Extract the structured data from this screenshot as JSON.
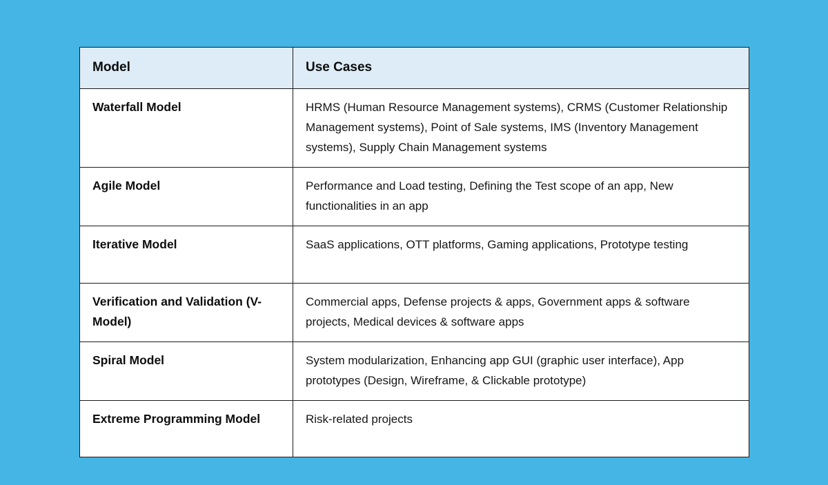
{
  "colors": {
    "page_background": "#44b5e4",
    "header_row_background": "#ddecf6",
    "table_background": "#ffffff",
    "border": "#1a1a1a",
    "header_text": "#0d0d0d",
    "body_text": "#161616"
  },
  "table": {
    "columns": [
      "Model",
      "Use Cases"
    ],
    "rows": [
      {
        "model": "Waterfall Model",
        "use_cases": "HRMS (Human Resource Management systems), CRMS (Customer Relationship Management systems), Point of Sale systems, IMS (Inventory Management systems), Supply Chain Management systems"
      },
      {
        "model": "Agile Model",
        "use_cases": "Performance and Load testing, Defining the Test scope of an app, New functionalities in an app"
      },
      {
        "model": "Iterative Model",
        "use_cases": "SaaS applications, OTT platforms, Gaming applications, Prototype testing"
      },
      {
        "model": "Verification and Validation (V-Model)",
        "use_cases": "Commercial apps, Defense projects & apps, Government apps & software projects, Medical devices & software apps"
      },
      {
        "model": "Spiral Model",
        "use_cases": "System modularization, Enhancing app GUI (graphic user interface), App prototypes (Design, Wireframe, & Clickable prototype)"
      },
      {
        "model": "Extreme Programming Model",
        "use_cases": "Risk-related projects"
      }
    ]
  }
}
